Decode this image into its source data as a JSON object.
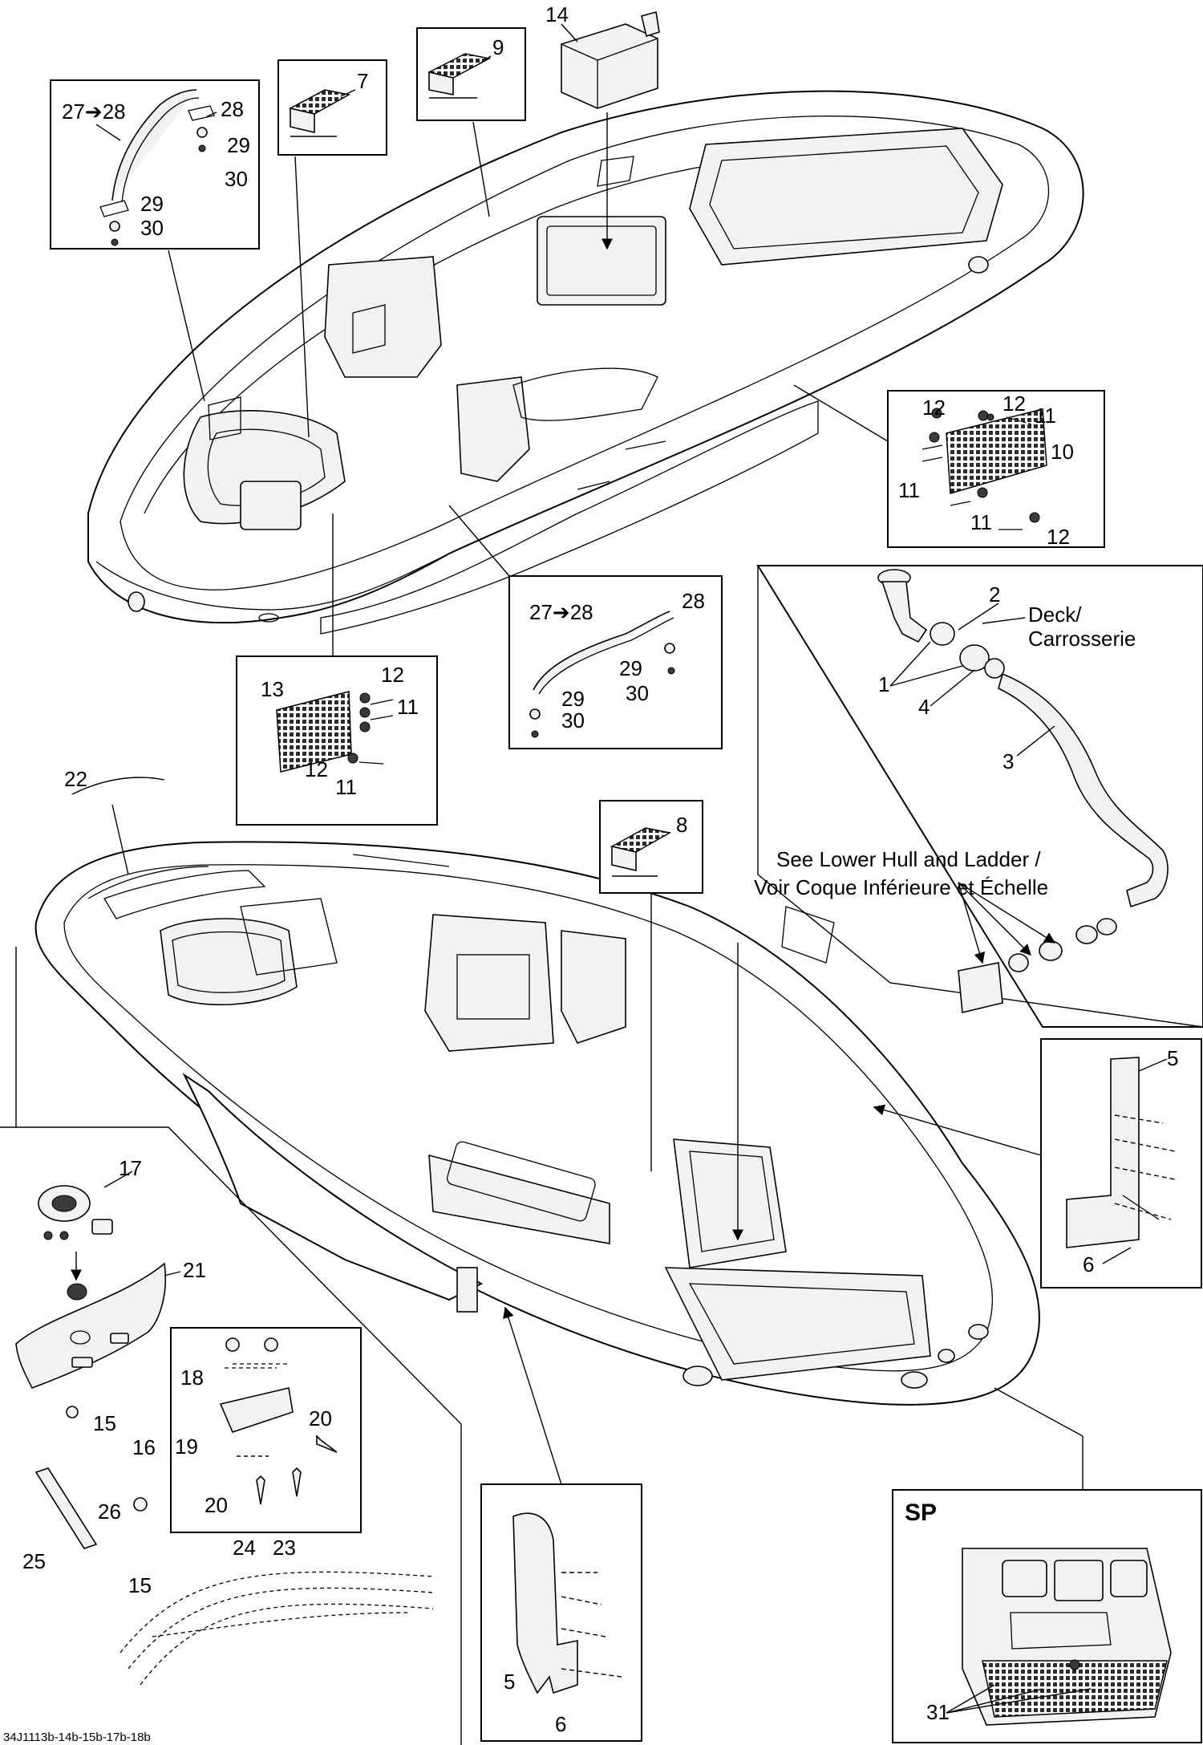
{
  "document": {
    "drawing_code": "34J1113b-14b-15b-17b-18b",
    "notes": {
      "deck": "Deck/",
      "carrosserie": "Carrosserie",
      "see_lower_hull_en": "See Lower Hull and Ladder /",
      "see_lower_hull_fr": "Voir Coque Inférieure et Échelle"
    },
    "sp_label": "SP",
    "callouts": {
      "c1": "1",
      "c2": "2",
      "c3": "3",
      "c4": "4",
      "c5a": "5",
      "c5b": "5",
      "c6a": "6",
      "c6b": "6",
      "c7": "7",
      "c8": "8",
      "c9": "9",
      "c10": "10",
      "c11a": "11",
      "c11b": "11",
      "c11c": "11",
      "c11d": "11",
      "c11e": "11",
      "c12a": "12",
      "c12b": "12",
      "c12c": "12",
      "c12d": "12",
      "c12e": "12",
      "c13": "13",
      "c14": "14",
      "c15a": "15",
      "c15b": "15",
      "c16": "16",
      "c17": "17",
      "c18": "18",
      "c19": "19",
      "c20a": "20",
      "c20b": "20",
      "c21": "21",
      "c22": "22",
      "c23": "23",
      "c24": "24",
      "c25": "25",
      "c26": "26",
      "c27a": "27➔28",
      "c27b": "27➔28",
      "c28a": "28",
      "c28b": "28",
      "c29a": "29",
      "c29b": "29",
      "c29c": "29",
      "c29d": "29",
      "c30a": "30",
      "c30b": "30",
      "c30c": "30",
      "c30d": "30",
      "c31": "31"
    }
  }
}
